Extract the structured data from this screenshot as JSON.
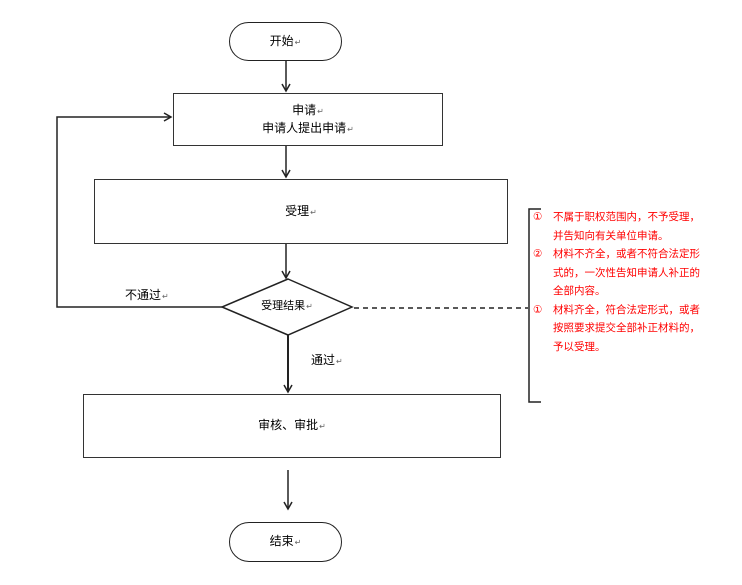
{
  "nodes": {
    "start": {
      "label": "开始"
    },
    "apply": {
      "title": "申请",
      "subtitle": "申请人提出申请"
    },
    "accept": {
      "label": "受理"
    },
    "decision": {
      "label": "受理结果"
    },
    "review": {
      "label": "审核、审批"
    },
    "end": {
      "label": "结束"
    }
  },
  "edges": {
    "fail_label": "不通过",
    "pass_label": "通过"
  },
  "notes": [
    {
      "num": "①",
      "text": "不属于职权范围内，不予受理，并告知向有关单位申请。"
    },
    {
      "num": "②",
      "text": "材料不齐全，或者不符合法定形式的，一次性告知申请人补正的全部内容。"
    },
    {
      "num": "①",
      "text": "材料齐全，符合法定形式，或者按照要求提交全部补正材料的，予以受理。"
    }
  ],
  "paragraph_mark": "↵",
  "colors": {
    "note_text": "#ff0000",
    "line": "#222222"
  }
}
